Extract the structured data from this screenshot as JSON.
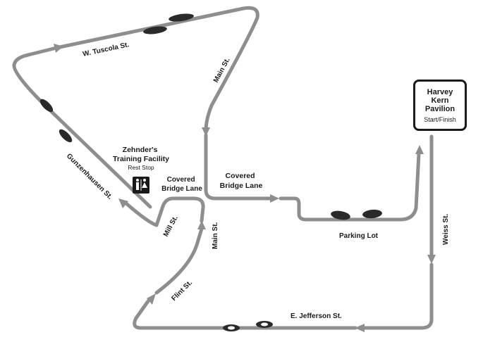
{
  "pavilion": {
    "line1": "Harvey",
    "line2": "Kern",
    "line3": "Pavilion",
    "subtitle": "Start/Finish"
  },
  "facility": {
    "line1": "Zehnder's",
    "line2": "Training Facility",
    "note": "Rest Stop"
  },
  "streets": {
    "w_tuscola": "W. Tuscola St.",
    "main_north": "Main St.",
    "main_south": "Main St.",
    "gunzenhausen": "Gunzenhausen St.",
    "mill": "Mill St.",
    "flint": "Flint St.",
    "weiss": "Weiss St.",
    "e_jefferson": "E. Jefferson St.",
    "parking_lot": "Parking Lot",
    "covered_bridge_small_1": "Covered",
    "covered_bridge_small_2": "Bridge Lane",
    "covered_bridge_big_1": "Covered",
    "covered_bridge_big_2": "Bridge Lane"
  },
  "icons": {
    "restroom": "restroom-icon",
    "footprint": "footprint-icon",
    "arrow": "arrow-icon"
  },
  "colors": {
    "route": "#8e8e8e",
    "text": "#1a1a1a",
    "footprint": "#2a2a2a"
  }
}
